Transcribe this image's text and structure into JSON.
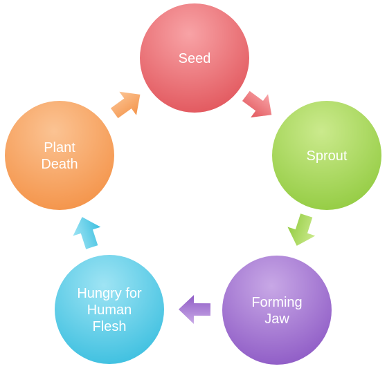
{
  "diagram": {
    "type": "cycle",
    "stages": [
      {
        "id": "seed",
        "lines": [
          "Seed"
        ],
        "color_light": "#f8a3a6",
        "color_dark": "#e2585e"
      },
      {
        "id": "sprout",
        "lines": [
          "Sprout"
        ],
        "color_light": "#cbea8d",
        "color_dark": "#94cc43"
      },
      {
        "id": "jaw",
        "lines": [
          "Forming",
          "Jaw"
        ],
        "color_light": "#c8a8e6",
        "color_dark": "#8f5cc6"
      },
      {
        "id": "hungry",
        "lines": [
          "Hungry for",
          "Human",
          "Flesh"
        ],
        "color_light": "#9fe4f4",
        "color_dark": "#3ec0e0"
      },
      {
        "id": "death",
        "lines": [
          "Plant",
          "Death"
        ],
        "color_light": "#fbc393",
        "color_dark": "#f4944a"
      }
    ],
    "arrows": [
      {
        "from": "seed",
        "to": "sprout",
        "color_light": "#f8a3a6",
        "color_dark": "#e2585e"
      },
      {
        "from": "sprout",
        "to": "jaw",
        "color_light": "#cbea8d",
        "color_dark": "#94cc43"
      },
      {
        "from": "jaw",
        "to": "hungry",
        "color_light": "#c8a8e6",
        "color_dark": "#8f5cc6"
      },
      {
        "from": "hungry",
        "to": "death",
        "color_light": "#9fe4f4",
        "color_dark": "#3ec0e0"
      },
      {
        "from": "death",
        "to": "seed",
        "color_light": "#fbc393",
        "color_dark": "#f4944a"
      }
    ]
  }
}
